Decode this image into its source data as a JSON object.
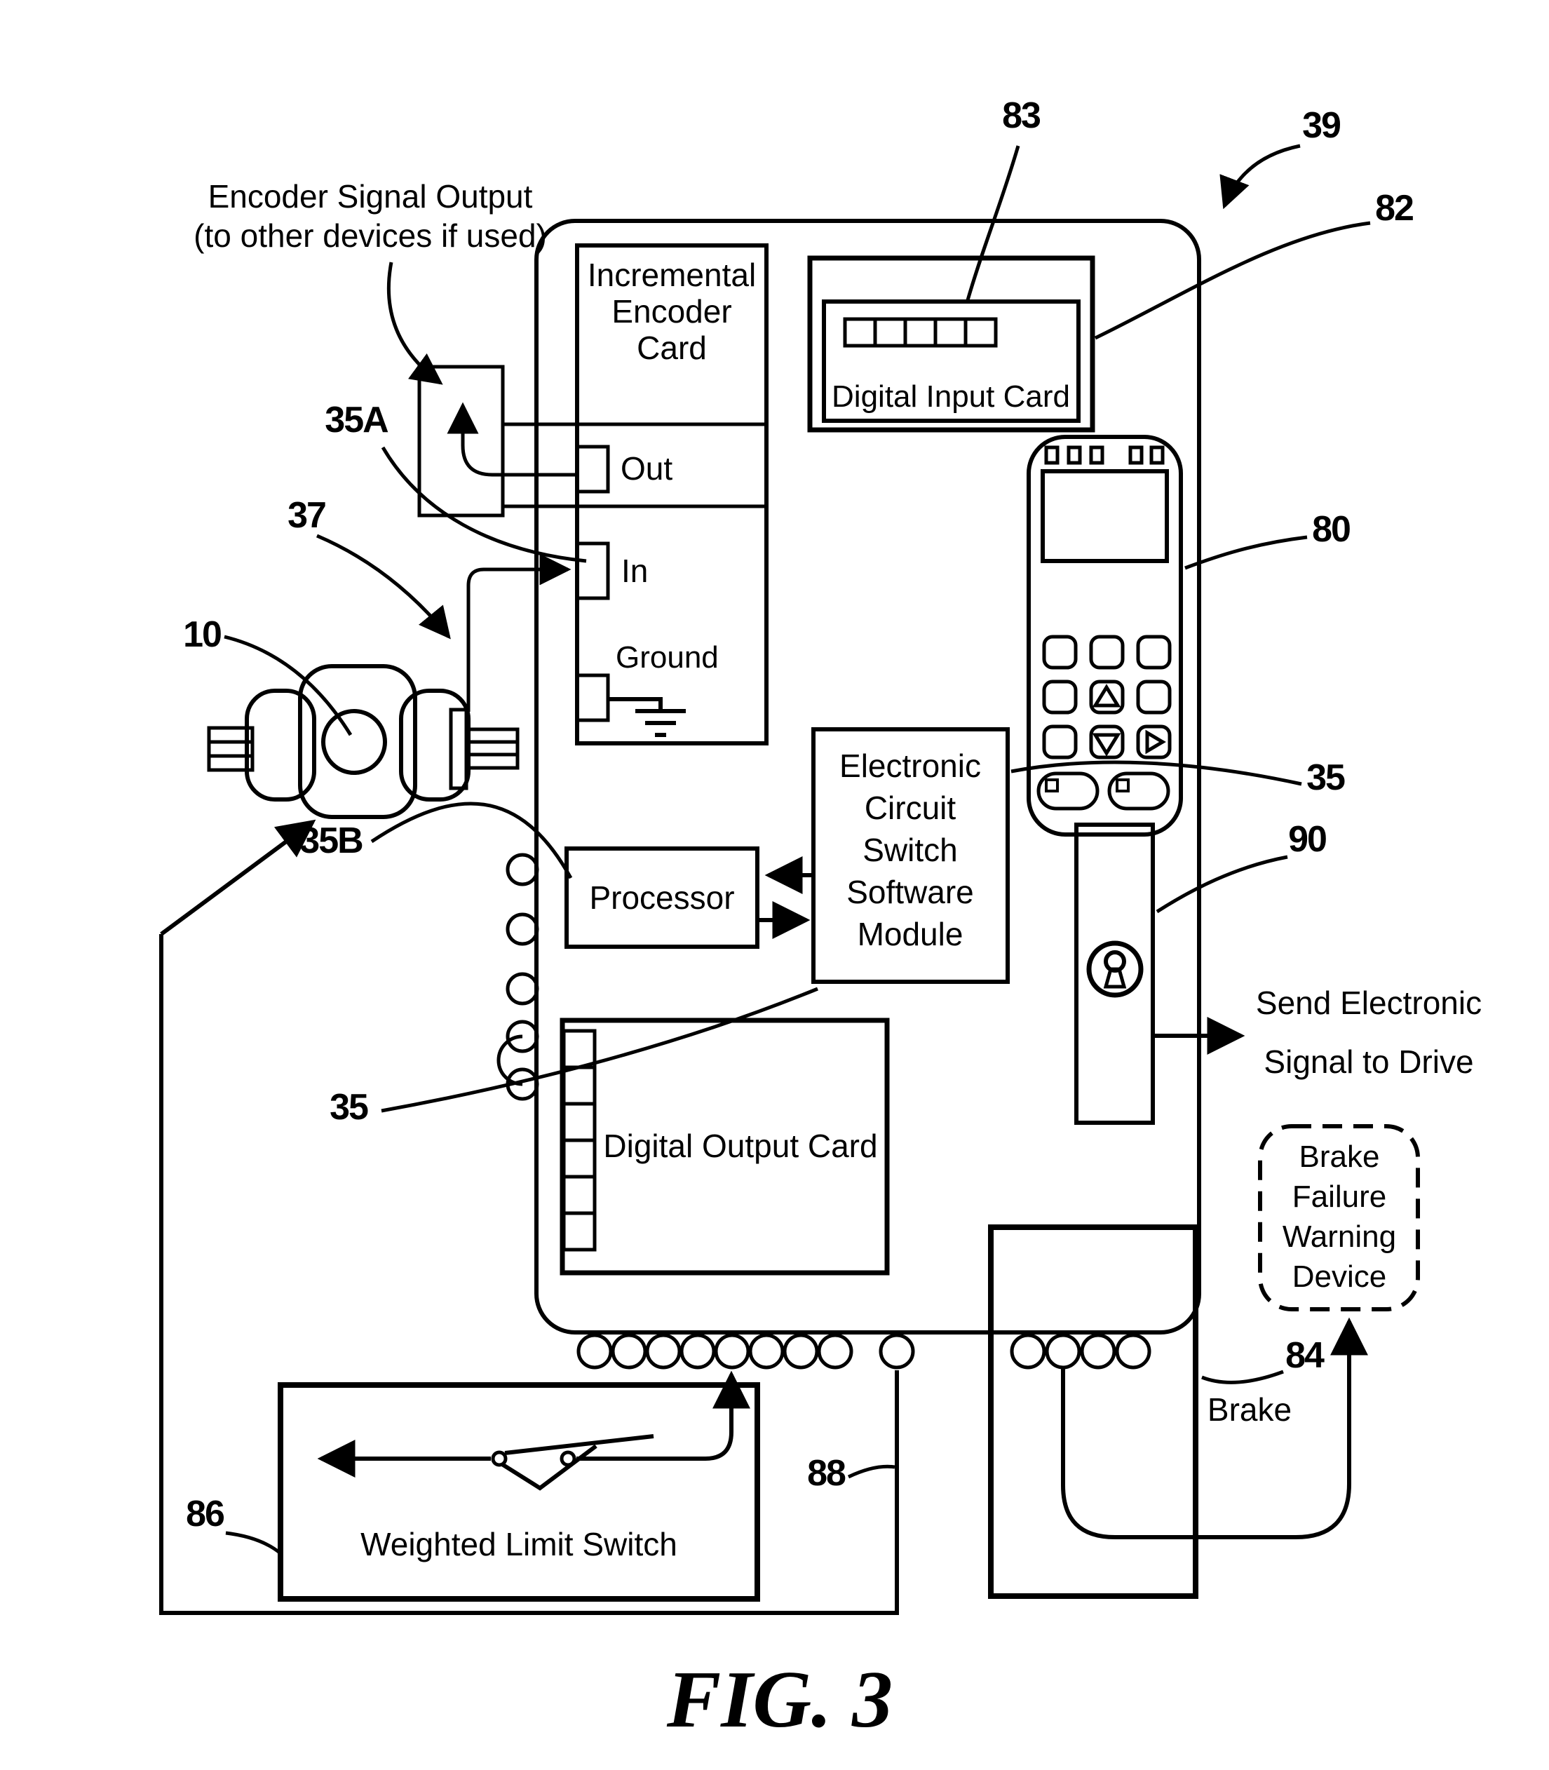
{
  "colors": {
    "ink": "#000000",
    "paper": "#ffffff"
  },
  "caption": "FIG. 3",
  "annotations": {
    "encoder_output_line1": "Encoder Signal Output",
    "encoder_output_line2": "(to other devices if used)",
    "send_signal_line1": "Send Electronic",
    "send_signal_line2": "Signal to Drive",
    "brake": "Brake"
  },
  "blocks": {
    "incremental_encoder_card": [
      "Incremental",
      "Encoder",
      "Card"
    ],
    "digital_input_card": "Digital Input Card",
    "processor": "Processor",
    "ecs_module": [
      "Electronic",
      "Circuit",
      "Switch",
      "Software",
      "Module"
    ],
    "digital_output_card": "Digital Output Card",
    "weighted_limit_switch": "Weighted Limit Switch",
    "brake_failure_warning_device": [
      "Brake",
      "Failure",
      "Warning",
      "Device"
    ]
  },
  "ports": {
    "out": "Out",
    "in": "In",
    "ground": "Ground"
  },
  "ref_labels": {
    "motor": "10",
    "module_upper": "35",
    "module_lower": "35",
    "out_wire": "35A",
    "processor_wire": "35B",
    "encoder_cable": "37",
    "panel": "39",
    "keypad": "80",
    "input_card": "82",
    "input_card_top": "83",
    "brake": "84",
    "limit_switch": "86",
    "switch_wire": "88",
    "lock": "90"
  }
}
